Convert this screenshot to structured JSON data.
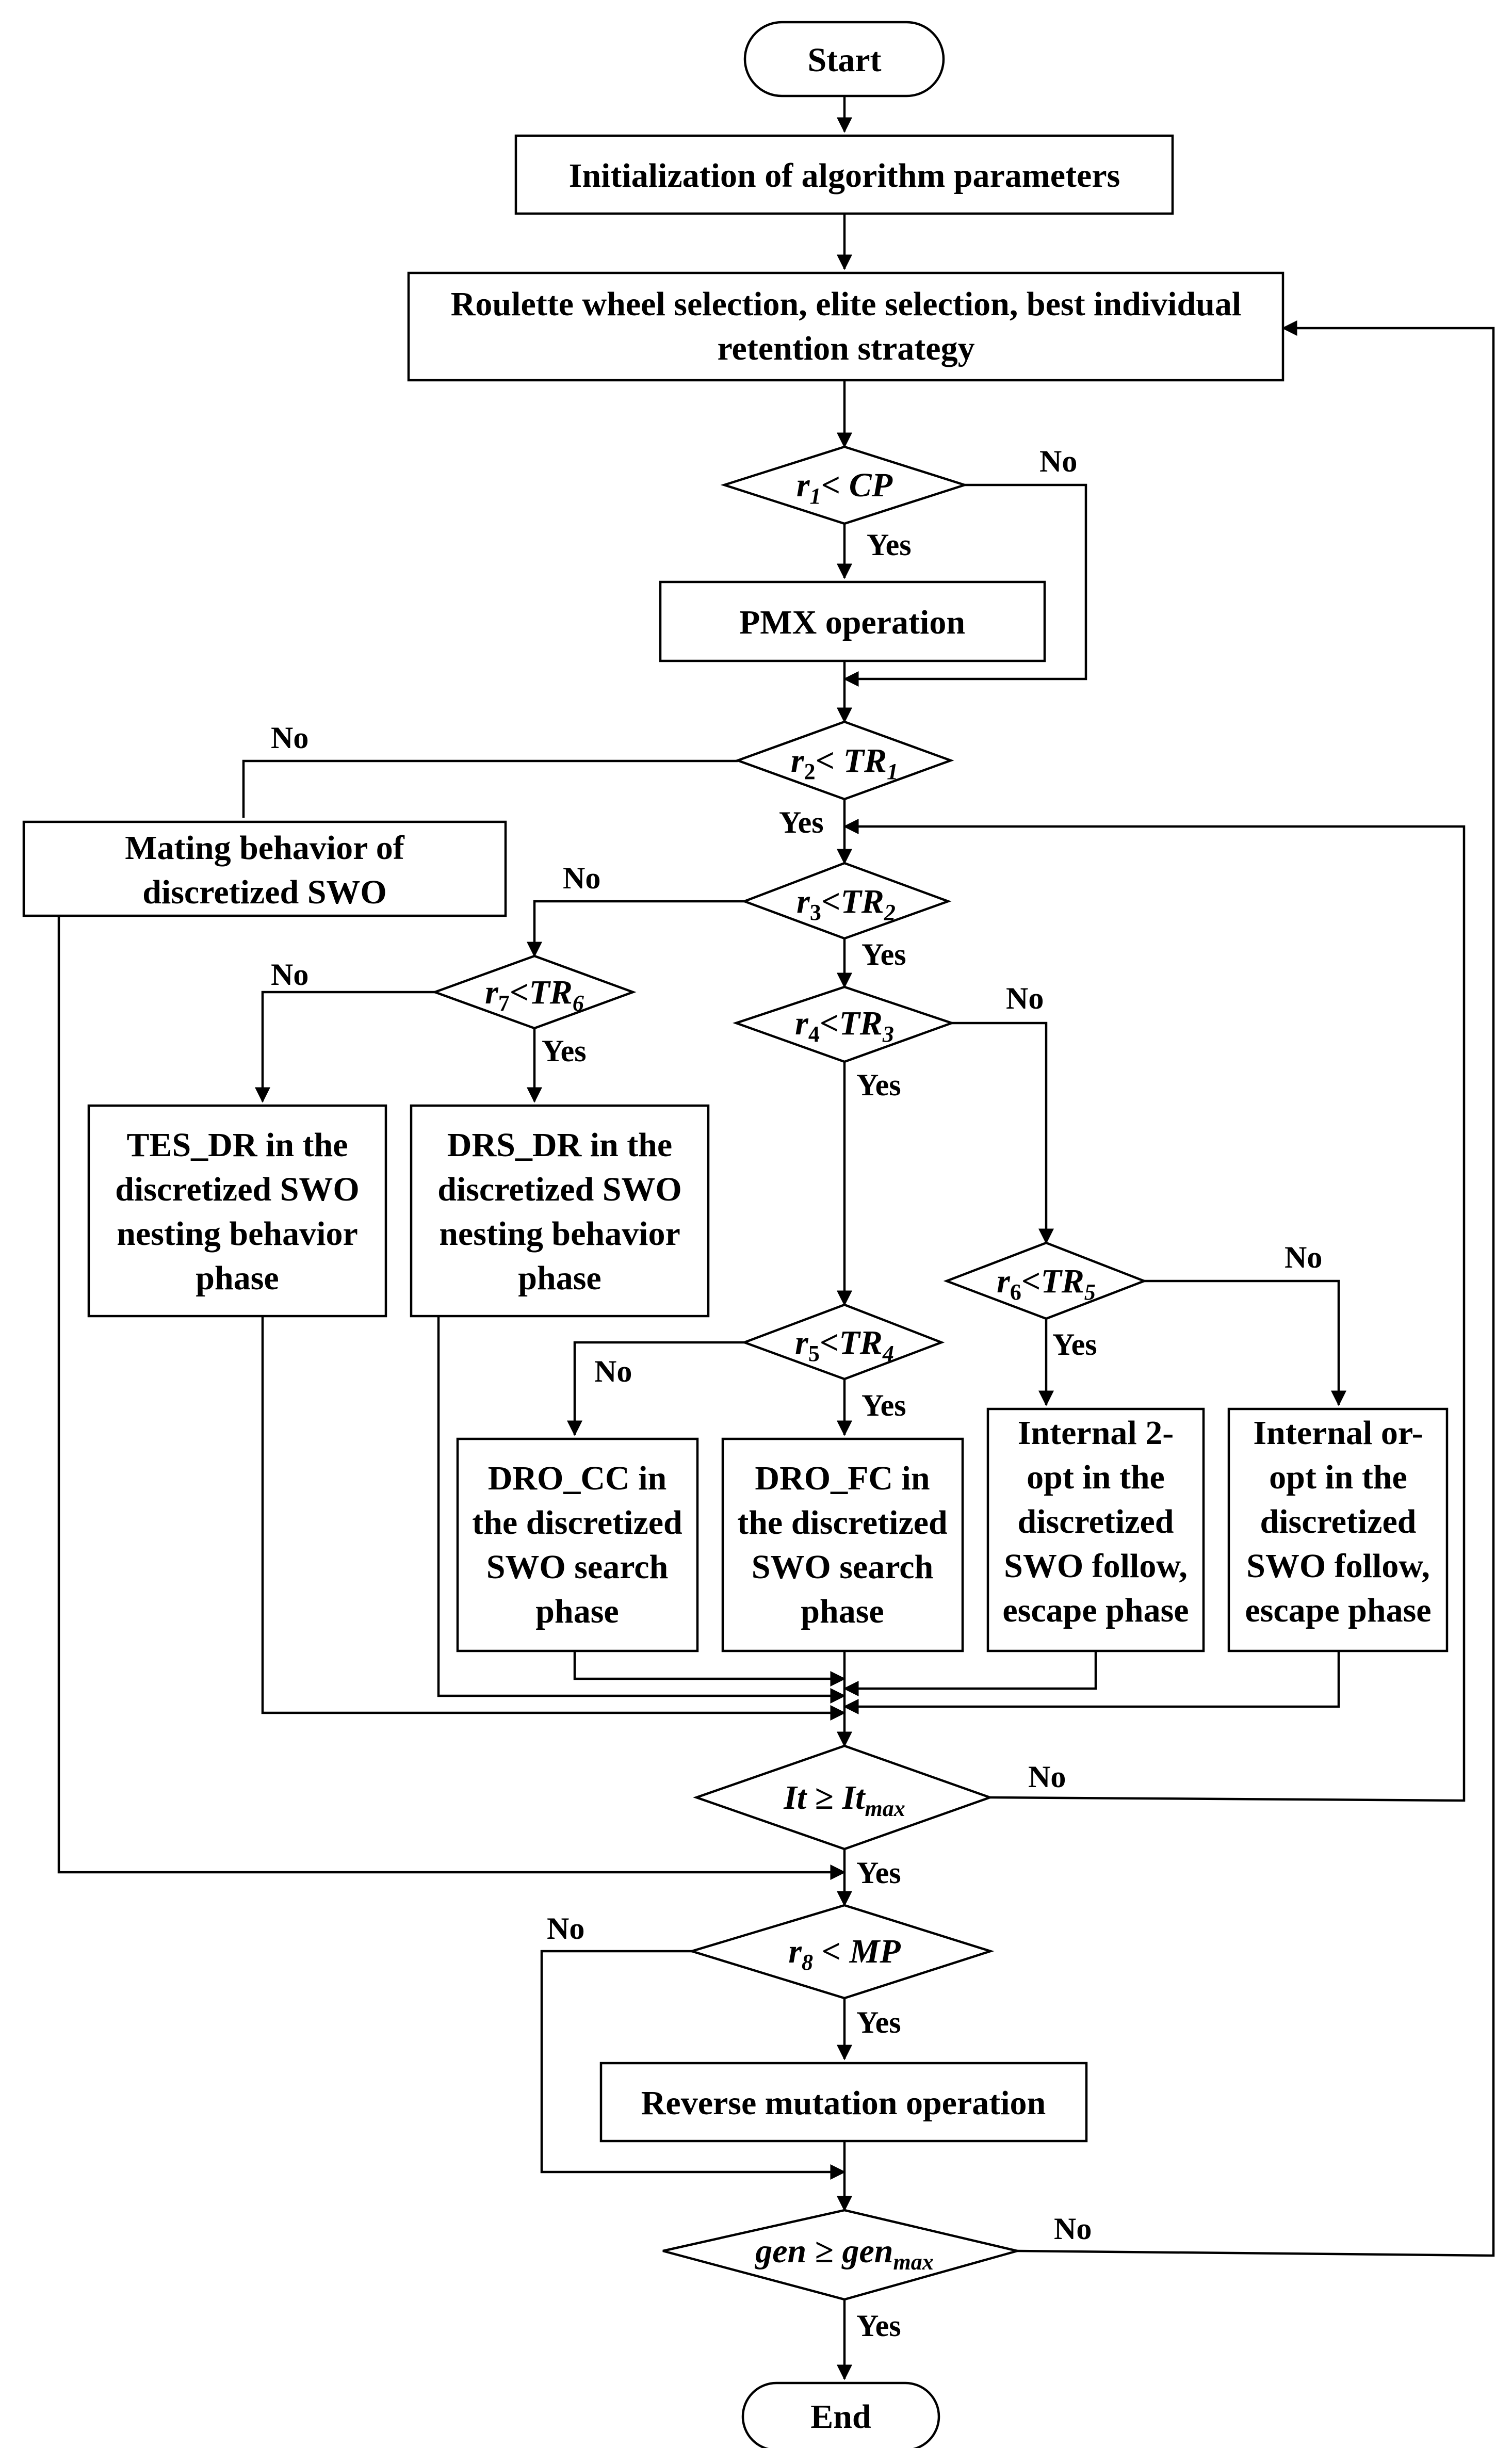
{
  "nodes": {
    "start": {
      "text": "Start"
    },
    "init": {
      "text": "Initialization of algorithm parameters"
    },
    "selection": {
      "lines": [
        "Roulette wheel selection, elite selection, best individual",
        "retention strategy"
      ]
    },
    "cond_cp": {
      "var": "r",
      "sub": "1",
      "op": "< ",
      "rhs": "CP",
      "rhs_sub": ""
    },
    "pmx": {
      "text": "PMX operation"
    },
    "cond_tr1": {
      "var": "r",
      "sub": "2",
      "op": "< ",
      "rhs": "TR",
      "rhs_sub": "1"
    },
    "mating": {
      "lines": [
        "Mating behavior of",
        "discretized SWO"
      ]
    },
    "cond_tr2": {
      "var": "r",
      "sub": "3",
      "op": "<",
      "rhs": "TR",
      "rhs_sub": "2"
    },
    "cond_tr6": {
      "var": "r",
      "sub": "7",
      "op": "<",
      "rhs": "TR",
      "rhs_sub": "6"
    },
    "tes_dr": {
      "lines": [
        "TES_DR in the",
        "discretized SWO",
        "nesting behavior",
        "phase"
      ]
    },
    "drs_dr": {
      "lines": [
        "DRS_DR in the",
        "discretized SWO",
        "nesting behavior",
        "phase"
      ]
    },
    "cond_tr3": {
      "var": "r",
      "sub": "4",
      "op": "<",
      "rhs": "TR",
      "rhs_sub": "3"
    },
    "cond_tr4": {
      "var": "r",
      "sub": "5",
      "op": "<",
      "rhs": "TR",
      "rhs_sub": "4"
    },
    "cond_tr5": {
      "var": "r",
      "sub": "6",
      "op": "<",
      "rhs": "TR",
      "rhs_sub": "5"
    },
    "dro_cc": {
      "lines": [
        "DRO_CC in",
        "the discretized",
        "SWO search",
        "phase"
      ]
    },
    "dro_fc": {
      "lines": [
        "DRO_FC in",
        "the discretized",
        "SWO search",
        "phase"
      ]
    },
    "two_opt": {
      "lines": [
        "Internal 2-",
        "opt in the",
        "discretized",
        "SWO follow,",
        "escape phase"
      ]
    },
    "or_opt": {
      "lines": [
        "Internal or-",
        "opt in the",
        "discretized",
        "SWO follow,",
        "escape phase"
      ]
    },
    "cond_it": {
      "var": "It",
      "sub": "",
      "op": " ≥ ",
      "rhs": "It",
      "rhs_sub": "max"
    },
    "cond_mp": {
      "var": "r",
      "sub": "8",
      "op": " < ",
      "rhs": "MP",
      "rhs_sub": ""
    },
    "mutation": {
      "text": "Reverse mutation operation"
    },
    "cond_gen": {
      "var": "gen",
      "sub": "",
      "op": " ≥ ",
      "rhs": "gen",
      "rhs_sub": "max"
    },
    "end": {
      "text": "End"
    }
  },
  "branches": {
    "yes": "Yes",
    "no": "No"
  }
}
